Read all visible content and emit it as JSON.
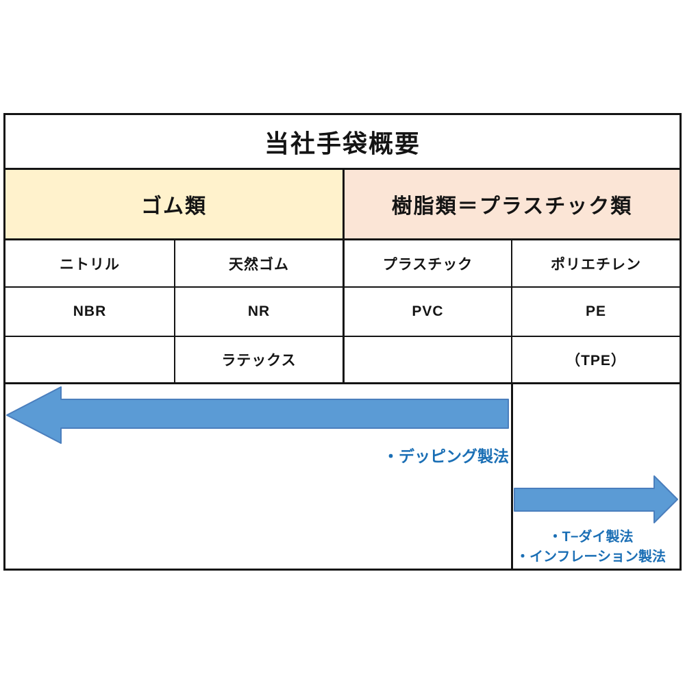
{
  "title": "当社手袋概要",
  "categories": {
    "rubber": {
      "label": "ゴム類"
    },
    "plastic": {
      "label": "樹脂類＝プラスチック類"
    }
  },
  "columns": [
    {
      "name": "ニトリル",
      "code": "NBR",
      "extra": ""
    },
    {
      "name": "天然ゴム",
      "code": "NR",
      "extra": "ラテックス"
    },
    {
      "name": "プラスチック",
      "code": "PVC",
      "extra": ""
    },
    {
      "name": "ポリエチレン",
      "code": "PE",
      "extra": "（TPE）"
    }
  ],
  "methods": {
    "dipping": {
      "label": "・デッピング製法",
      "arrow_direction": "left"
    },
    "t_die": {
      "label": "・T−ダイ製法",
      "arrow_direction": "right"
    },
    "inflation": {
      "label": "・インフレーション製法",
      "arrow_direction": "right"
    }
  },
  "colors": {
    "rubber_bg": "#FFF2CC",
    "plastic_bg": "#FBE5D6",
    "arrow_fill": "#5B9BD5",
    "arrow_edge": "#4A7EBD",
    "method_text": "#1B6FB5",
    "border": "#141414"
  }
}
